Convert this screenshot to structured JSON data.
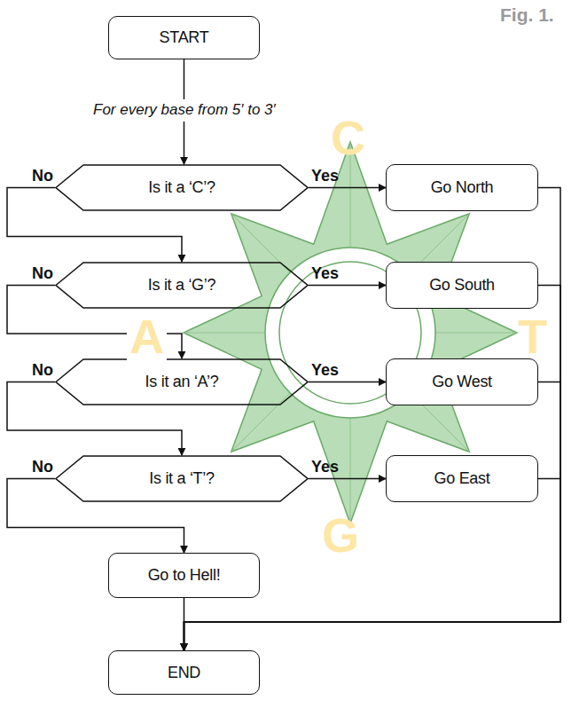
{
  "diagram": {
    "nodes": [
      {
        "text": [
          "START"
        ]
      },
      {
        "text": [
          "Is it a ‘C’?"
        ]
      },
      {
        "text": [
          "Go North"
        ]
      },
      {
        "text": [
          "Is it a ‘G’?"
        ]
      },
      {
        "text": [
          "Go South"
        ]
      },
      {
        "text": [
          "Is it an ‘A’?"
        ]
      },
      {
        "text": [
          "Go West"
        ]
      },
      {
        "text": [
          "Is it a ‘T’?"
        ]
      },
      {
        "text": [
          "Go East"
        ]
      },
      {
        "text": [
          "Go to Hell!"
        ]
      },
      {
        "text": [
          "END"
        ]
      }
    ],
    "edges": [
      {
        "from": 0,
        "to": 1,
        "arrow": "to",
        "label": "For every base from 5′ to 3′"
      },
      {
        "from": 1,
        "to": 2,
        "arrow": "to",
        "label": "Yes"
      },
      {
        "from": 1,
        "to": 3,
        "arrow": "to",
        "label": "No"
      },
      {
        "from": 3,
        "to": 4,
        "arrow": "to",
        "label": "Yes"
      },
      {
        "from": 3,
        "to": 5,
        "arrow": "to",
        "label": "No"
      },
      {
        "from": 5,
        "to": 6,
        "arrow": "to",
        "label": "Yes"
      },
      {
        "from": 5,
        "to": 7,
        "arrow": "to",
        "label": "No"
      },
      {
        "from": 7,
        "to": 8,
        "arrow": "to",
        "label": "Yes"
      },
      {
        "from": 7,
        "to": 9,
        "arrow": "to",
        "label": "No"
      },
      {
        "from": 2,
        "to": 10,
        "arrow": "to"
      },
      {
        "from": 4,
        "to": 10,
        "arrow": "to"
      },
      {
        "from": 6,
        "to": 10,
        "arrow": "to"
      },
      {
        "from": 8,
        "to": 10,
        "arrow": "to"
      },
      {
        "from": 9,
        "to": 10,
        "arrow": "to"
      }
    ],
    "labels": [
      "Fig. 1.",
      "C",
      "A",
      "T",
      "G"
    ]
  }
}
